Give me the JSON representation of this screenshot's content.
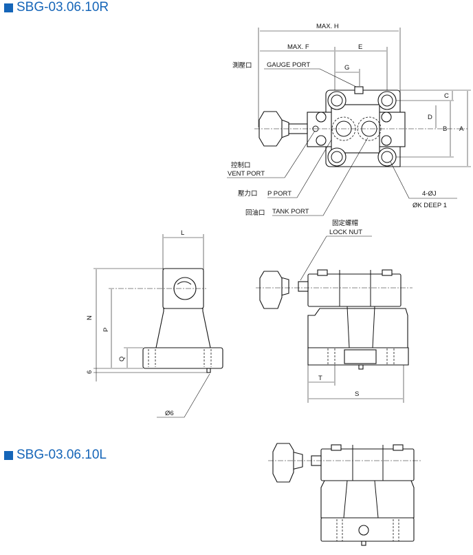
{
  "titles": {
    "r": "SBG-03.06.10R",
    "l": "SBG-03.06.10L"
  },
  "accent": "#1565b8",
  "top_view": {
    "max_h": "MAX. H",
    "max_f": "MAX. F",
    "e": "E",
    "g": "G",
    "a": "A",
    "b": "B",
    "c": "C",
    "d": "D",
    "gauge_zh": "測壓口",
    "gauge_en": "GAUGE PORT",
    "vent_zh": "控制口",
    "vent_en": "VENT PORT",
    "p_zh": "壓力口",
    "p_en": "P PORT",
    "tank_zh": "回油口",
    "tank_en": "TANK PORT",
    "holes": "4-ØJ",
    "deep": "ØK DEEP 1"
  },
  "side_view": {
    "l": "L",
    "n": "N",
    "p": "P",
    "q": "Q",
    "six": "6",
    "pin": "Ø6"
  },
  "front_view": {
    "lock_zh": "固定螺帽",
    "lock_en": "LOCK NUT",
    "t": "T",
    "s": "S"
  }
}
